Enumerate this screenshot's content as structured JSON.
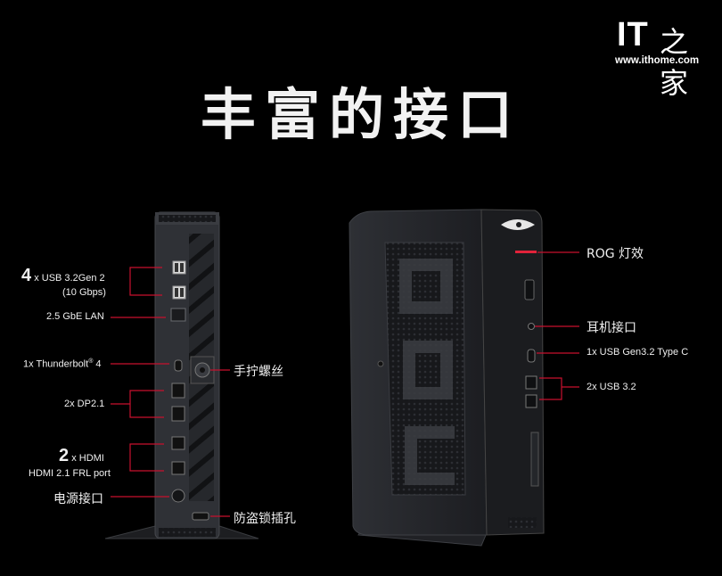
{
  "title": "丰富的接口",
  "watermark": {
    "logo_latin": "IT",
    "logo_cn": "之家",
    "url": "www.ithome.com"
  },
  "left_labels": {
    "usb_count": "4",
    "usb_text": "x USB 3.2Gen 2",
    "usb_speed": "(10 Gbps)",
    "lan": "2.5 GbE LAN",
    "thunderbolt_prefix": "1x Thunderbolt",
    "thunderbolt_reg": "®",
    "thunderbolt_suffix": " 4",
    "dp": "2x DP2.1",
    "hdmi_count": "2",
    "hdmi_text": "x HDMI",
    "hdmi_sub": "HDMI 2.1 FRL port",
    "power": "电源接口"
  },
  "center_labels": {
    "thumbscrew": "手拧螺丝",
    "lock_slot": "防盗锁插孔"
  },
  "right_labels": {
    "rog_light": "ROG 灯效",
    "headphone": "耳机接口",
    "usb_c": "1x USB Gen3.2 Type C",
    "usb32": "2x USB 3.2"
  },
  "colors": {
    "background": "#000000",
    "callout_line": "#c8102e",
    "device_body": "#2b2d31"
  },
  "icons": {
    "back_view": "mini-pc-rear-panel",
    "front_view": "mini-pc-front-rog-grille"
  }
}
